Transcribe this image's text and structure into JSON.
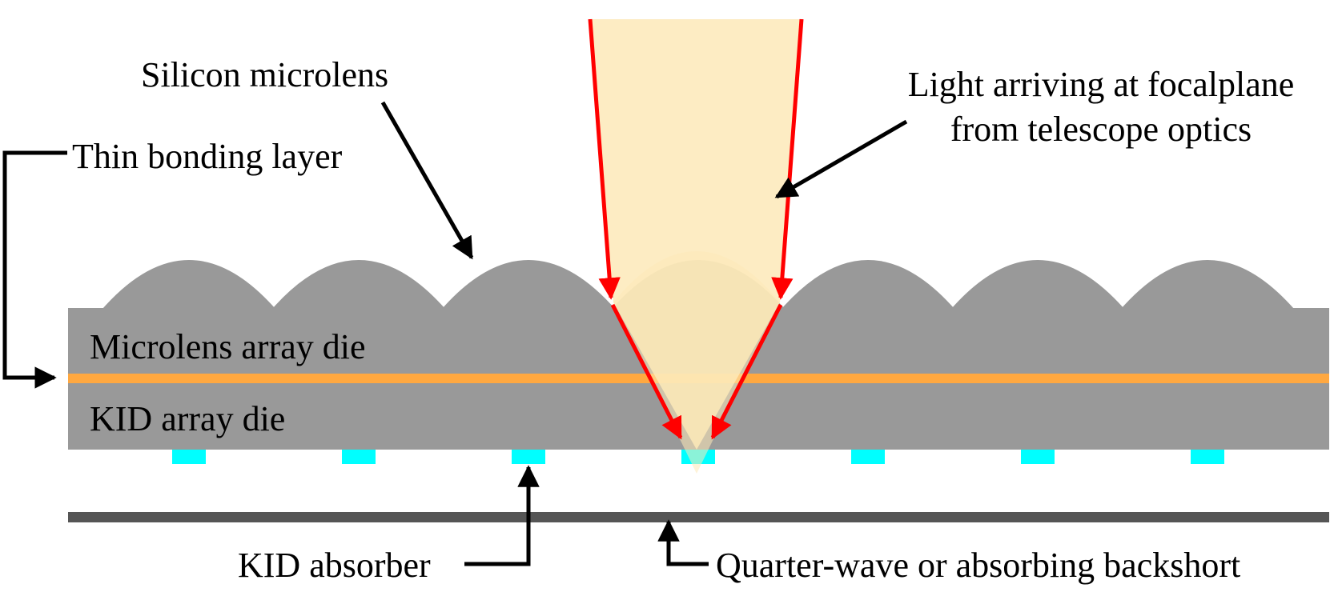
{
  "labels": {
    "silicon_microlens": "Silicon microlens",
    "thin_bonding_layer": "Thin bonding layer",
    "light_line1": "Light arriving at focalplane",
    "light_line2": "from telescope optics",
    "microlens_array_die": "Microlens array die",
    "kid_array_die": "KID array die",
    "kid_absorber": "KID absorber",
    "backshort": "Quarter-wave or absorbing backshort"
  },
  "colors": {
    "die": "#999999",
    "bonding_layer": "#ffa840",
    "absorber": "#00ffff",
    "backshort": "#555555",
    "light_beam": "#fde9b8",
    "ray": "#ff0000",
    "pointer": "#000000"
  },
  "microlens_count": 7,
  "absorber_count": 7,
  "illuminated_lens_index": 3
}
